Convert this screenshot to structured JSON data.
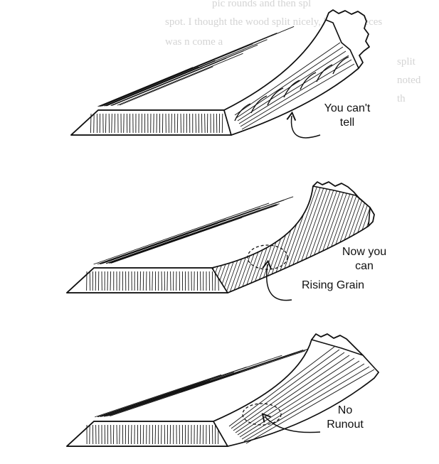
{
  "bleed_through": [
    "pic rounds and then spl",
    "spot. I thought the wood split nicely, but the pieces",
    "was n                 come a",
    "split",
    "noted",
    "th"
  ],
  "diagram": {
    "panels": [
      {
        "id": "top",
        "lines": [
          "You can't",
          "tell"
        ]
      },
      {
        "id": "middle",
        "lines": [
          "Now you",
          "can"
        ],
        "callout": "Rising Grain"
      },
      {
        "id": "bottom",
        "lines": [
          "No",
          "Runout"
        ]
      }
    ]
  },
  "colors": {
    "ink": "#111111",
    "bleed": "#d4d4d4",
    "paper": "#ffffff"
  }
}
